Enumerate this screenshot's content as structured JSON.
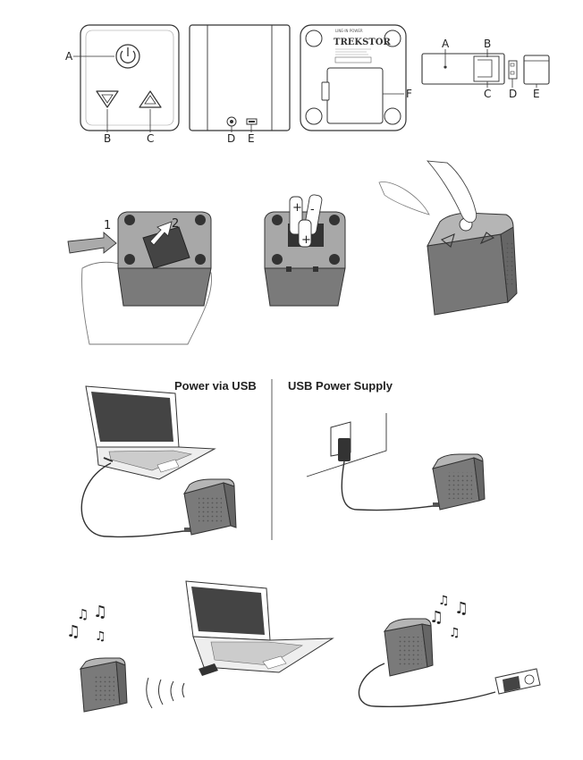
{
  "labels": {
    "a": "A",
    "b": "B",
    "c": "C",
    "d": "D",
    "e": "E",
    "f": "F"
  },
  "back_panel": {
    "port_labels": "LINE-IN   POWER",
    "brand": "TREKSTOR"
  },
  "steps": {
    "one": "1",
    "two": "2"
  },
  "battery_signs": {
    "plus": "+",
    "minus": "-"
  },
  "power": {
    "usb_heading": "Power via USB",
    "supply_heading": "USB Power Supply"
  },
  "colors": {
    "line": "#333333",
    "device": "#7a7a7a",
    "device_dark": "#555555",
    "screen": "#444444"
  }
}
